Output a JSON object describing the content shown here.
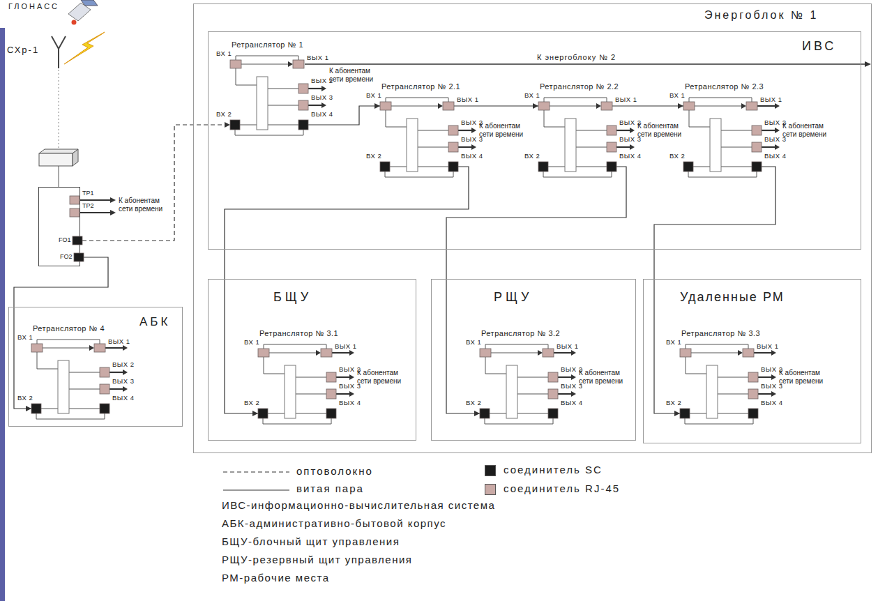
{
  "diagram": {
    "nodes": [
      {
        "text": [
          "ТР1",
          "ТР2",
          "FO1",
          "FO2"
        ]
      },
      {
        "text": [
          "Энергоблок № 1"
        ]
      },
      {
        "text": [
          "ИВС"
        ],
        "in": 1
      },
      {
        "text": [
          "Ретранслятор № 1",
          "ВХ 1",
          "ВЫХ 1",
          "ВЫХ 2",
          "ВЫХ 3",
          "ВХ 2",
          "ВЫХ 4"
        ],
        "in": 2
      },
      {
        "text": [
          "Ретранслятор № 2.1",
          "ВХ 1",
          "ВЫХ 1",
          "ВЫХ 2",
          "ВЫХ 3",
          "ВХ 2",
          "ВЫХ 4"
        ],
        "in": 2
      },
      {
        "text": [
          "Ретранслятор № 2.2",
          "ВХ 1",
          "ВЫХ 1",
          "ВЫХ 2",
          "ВЫХ 3",
          "ВХ 2",
          "ВЫХ 4"
        ],
        "in": 2
      },
      {
        "text": [
          "Ретранслятор № 2.3",
          "ВХ 1",
          "ВЫХ 1",
          "ВЫХ 2",
          "ВЫХ 3",
          "ВХ 2",
          "ВЫХ 4"
        ],
        "in": 2
      },
      {
        "text": [
          "БЩУ"
        ],
        "in": 1
      },
      {
        "text": [
          "Ретранслятор № 3.1",
          "ВХ 1",
          "ВЫХ 1",
          "ВЫХ 2",
          "ВЫХ 3",
          "ВХ 2",
          "ВЫХ 4"
        ],
        "in": 7
      },
      {
        "text": [
          "РЩУ"
        ],
        "in": 1
      },
      {
        "text": [
          "Ретранслятор № 3.2",
          "ВХ 1",
          "ВЫХ 1",
          "ВЫХ 2",
          "ВЫХ 3",
          "ВХ 2",
          "ВЫХ 4"
        ],
        "in": 9
      },
      {
        "text": [
          "Удаленные РМ"
        ],
        "in": 1
      },
      {
        "text": [
          "Ретранслятор № 3.3",
          "ВХ 1",
          "ВЫХ 1",
          "ВЫХ 2",
          "ВЫХ 3",
          "ВХ 2",
          "ВЫХ 4"
        ],
        "in": 11
      },
      {
        "text": [
          "АБК"
        ]
      },
      {
        "text": [
          "Ретранслятор № 4",
          "ВХ 1",
          "ВЫХ 1",
          "ВЫХ 2",
          "ВЫХ 3",
          "ВХ 2",
          "ВЫХ 4"
        ],
        "in": 13
      }
    ],
    "edges": [
      {
        "from": 0,
        "to": 3,
        "arrow": "to"
      },
      {
        "from": 0,
        "to": 14,
        "arrow": "to"
      },
      {
        "from": 3,
        "to": 4,
        "arrow": "to"
      },
      {
        "from": 4,
        "to": 5,
        "arrow": "to"
      },
      {
        "from": 5,
        "to": 6,
        "arrow": "to"
      },
      {
        "from": 4,
        "to": 8,
        "arrow": "to"
      },
      {
        "from": 5,
        "to": 10,
        "arrow": "to"
      },
      {
        "from": 6,
        "to": 12,
        "arrow": "to"
      }
    ],
    "labels": [
      "ГЛОНАСС",
      "СХр-1",
      "К абонентам сети времени",
      "К абонентам сети времени",
      "К энергоблоку № 2",
      "К абонентам сети времени",
      "К абонентам сети времени",
      "К абонентам сети времени",
      "К абонентам сети времени",
      "К абонентам сети времени",
      "К абонентам сети времени",
      "ИВС-информационно-вычислительная система",
      "АБК-административно-бытовой корпус",
      "БЩУ-блочный щит управления",
      "РЩУ-резервный щит управления",
      "РМ-рабочие места"
    ],
    "legend": [
      {
        "text": "оптоволокно"
      },
      {
        "text": "витая пара"
      },
      {
        "text": "соединитель SC",
        "color": "#1c1c1c"
      },
      {
        "text": "соединитель RJ-45",
        "color": "#c9aaa6"
      }
    ]
  }
}
